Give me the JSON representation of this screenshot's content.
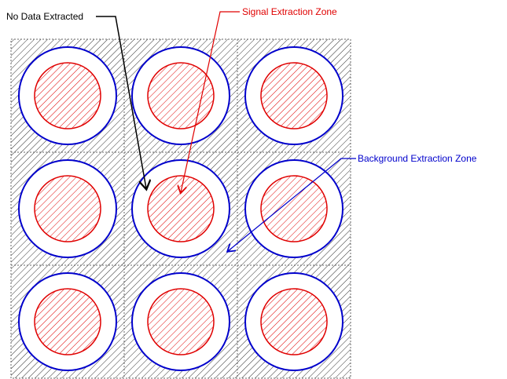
{
  "labels": {
    "no_data": "No Data Extracted",
    "signal_zone": "Signal Extraction Zone",
    "background_zone": "Background Extraction Zone"
  },
  "colors": {
    "signal": "#e00000",
    "background": "#0000cc",
    "no_data": "#000000",
    "grid": "#666666",
    "hatch": "#333333"
  },
  "grid": {
    "rows": 3,
    "cols": 3
  }
}
